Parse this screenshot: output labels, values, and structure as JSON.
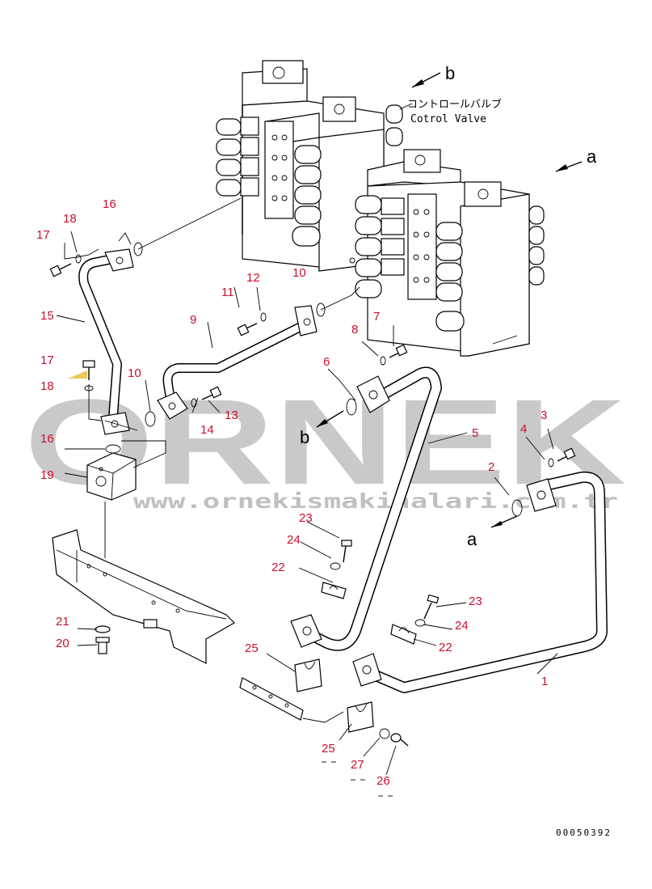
{
  "watermark": {
    "brand": "ORNEK",
    "url": "www.ornekismakinalari.com.tr"
  },
  "labels": {
    "control_valve_jp": "コントロールバルブ",
    "control_valve_en": "Cotrol Valve",
    "ref_a": "a",
    "ref_b": "b",
    "drawing_code": "00050392"
  },
  "callouts": [
    "1",
    "2",
    "3",
    "4",
    "5",
    "6",
    "7",
    "8",
    "9",
    "10",
    "11",
    "12",
    "13",
    "14",
    "15",
    "16",
    "17",
    "18",
    "19",
    "20",
    "21",
    "22",
    "23",
    "24",
    "25",
    "26",
    "27"
  ],
  "colors": {
    "callout": "#c8102e",
    "watermark": "#c9c9c9",
    "line": "#000000"
  }
}
